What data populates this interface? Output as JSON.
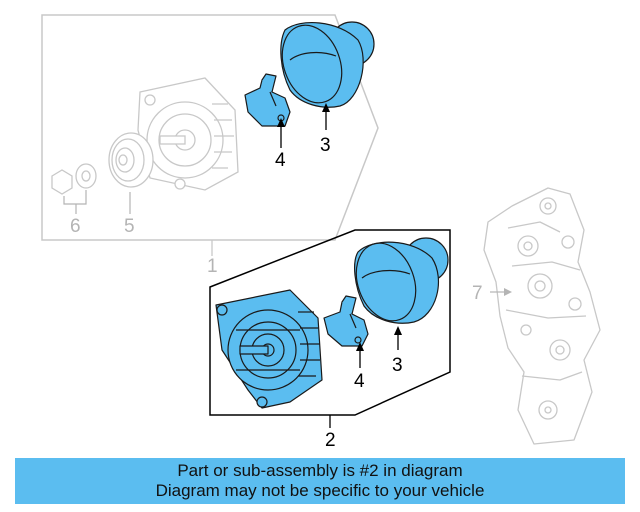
{
  "diagram": {
    "callouts": {
      "c1": "1",
      "c2": "2",
      "c3_upper": "3",
      "c3_lower": "3",
      "c4_upper": "4",
      "c4_lower": "4",
      "c5": "5",
      "c6": "6",
      "c7": "7"
    },
    "highlight_color": "#5bbdf0",
    "ghost_color": "#c8c8c8"
  },
  "banner": {
    "line1": "Part or sub-assembly is #2 in diagram",
    "line2": "Diagram may not be specific to your vehicle"
  }
}
